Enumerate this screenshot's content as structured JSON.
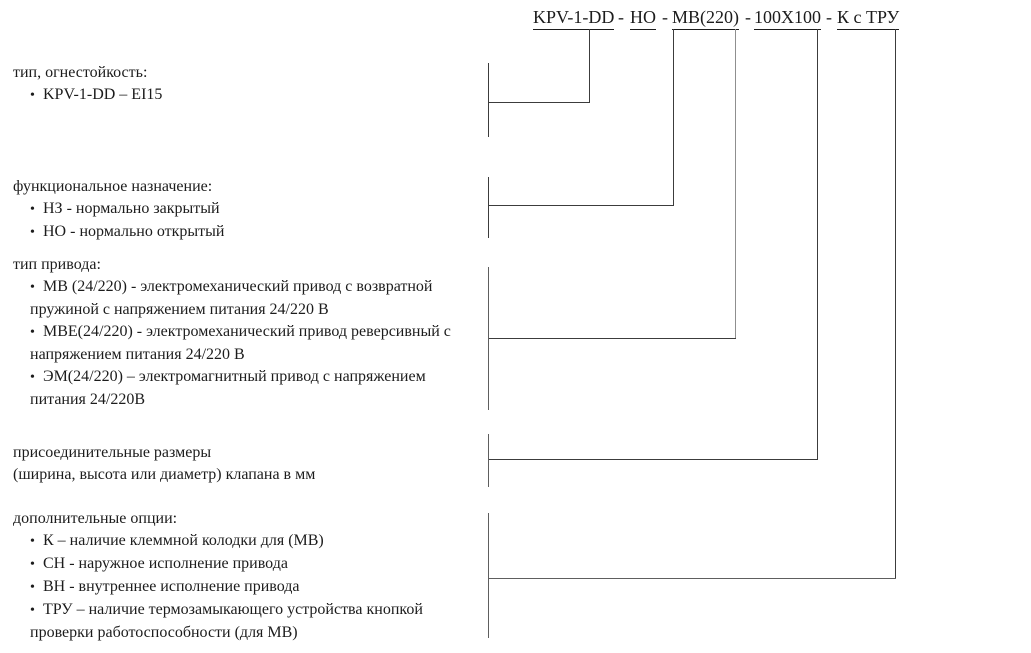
{
  "title": {
    "segments": [
      "KPV-1-DD",
      "НО",
      "МВ(220)",
      "100X100",
      "К с ТРУ"
    ],
    "separator": "-"
  },
  "glyphs": {
    "bullet": "•"
  },
  "colors": {
    "text": "#1c1c1c",
    "line_dark": "#3c3c3c",
    "line_gray": "#8f8f8f",
    "background": "#ffffff"
  },
  "sections": [
    {
      "header": "тип, огнестойкость:",
      "items": [
        {
          "lines": [
            "KPV-1-DD – EI15"
          ]
        }
      ]
    },
    {
      "header": "функциональное назначение:",
      "items": [
        {
          "lines": [
            "НЗ - нормально закрытый"
          ]
        },
        {
          "lines": [
            "НО - нормально открытый"
          ]
        }
      ]
    },
    {
      "header": "тип привода:",
      "items": [
        {
          "lines": [
            "МВ (24/220) - электромеханический привод с возвратной",
            "пружиной  с напряжением питания 24/220 В"
          ]
        },
        {
          "lines": [
            "МВЕ(24/220) - электромеханический привод реверсивный с",
            "напряжением питания 24/220 В"
          ]
        },
        {
          "lines": [
            "ЭМ(24/220) – электромагнитный привод с напряжением",
            "питания 24/220В"
          ]
        }
      ]
    },
    {
      "header": "",
      "items": [
        {
          "lines": [
            "присоединительные размеры",
            "(ширина, высота или диаметр) клапана в мм"
          ]
        }
      ]
    },
    {
      "header": "дополнительные опции:",
      "items": [
        {
          "lines": [
            "К – наличие клеммной колодки для (МВ)"
          ]
        },
        {
          "lines": [
            "СН - наружное исполнение привода"
          ]
        },
        {
          "lines": [
            "ВН - внутреннее исполнение привода"
          ]
        },
        {
          "lines": [
            "ТРУ – наличие термозамыкающего устройства кнопкой",
            "проверки работоспособности (для МВ)"
          ]
        }
      ]
    }
  ]
}
